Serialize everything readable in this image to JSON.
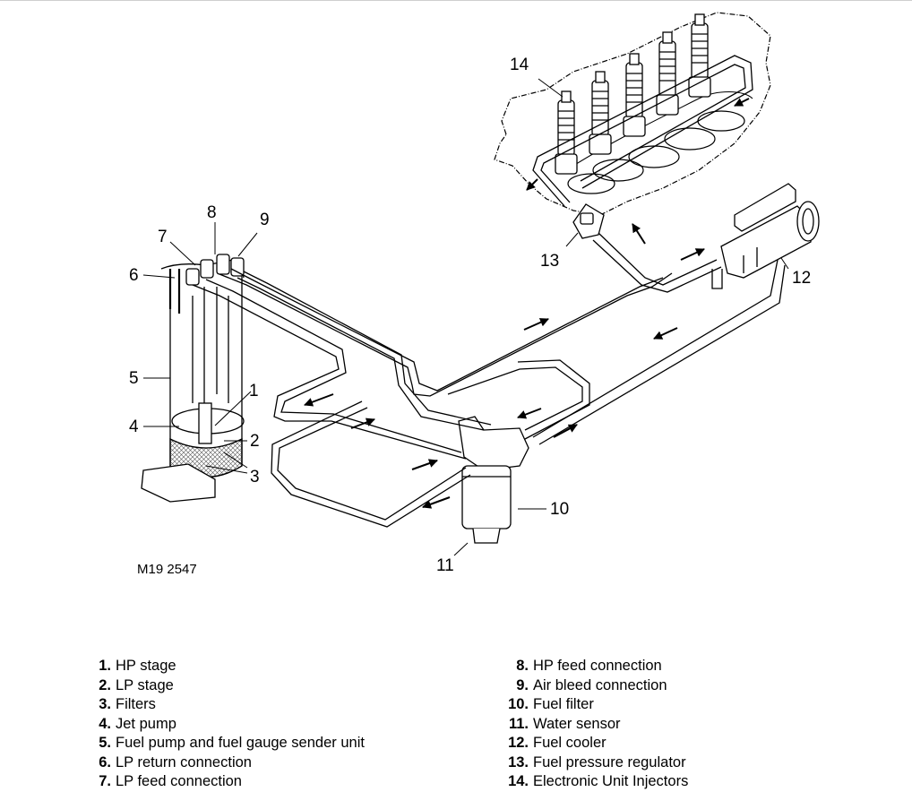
{
  "figure_ref": "M19 2547",
  "callouts": [
    "1",
    "2",
    "3",
    "4",
    "5",
    "6",
    "7",
    "8",
    "9",
    "10",
    "11",
    "12",
    "13",
    "14"
  ],
  "legend": [
    {
      "num": "1.",
      "label": "HP stage"
    },
    {
      "num": "2.",
      "label": "LP stage"
    },
    {
      "num": "3.",
      "label": "Filters"
    },
    {
      "num": "4.",
      "label": "Jet pump"
    },
    {
      "num": "5.",
      "label": "Fuel pump and fuel gauge sender unit"
    },
    {
      "num": "6.",
      "label": "LP return connection"
    },
    {
      "num": "7.",
      "label": "LP feed connection"
    },
    {
      "num": "8.",
      "label": "HP feed connection"
    },
    {
      "num": "9.",
      "label": "Air bleed connection"
    },
    {
      "num": "10.",
      "label": "Fuel filter"
    },
    {
      "num": "11.",
      "label": "Water sensor"
    },
    {
      "num": "12.",
      "label": "Fuel cooler"
    },
    {
      "num": "13.",
      "label": "Fuel pressure regulator"
    },
    {
      "num": "14.",
      "label": "Electronic Unit Injectors"
    }
  ]
}
